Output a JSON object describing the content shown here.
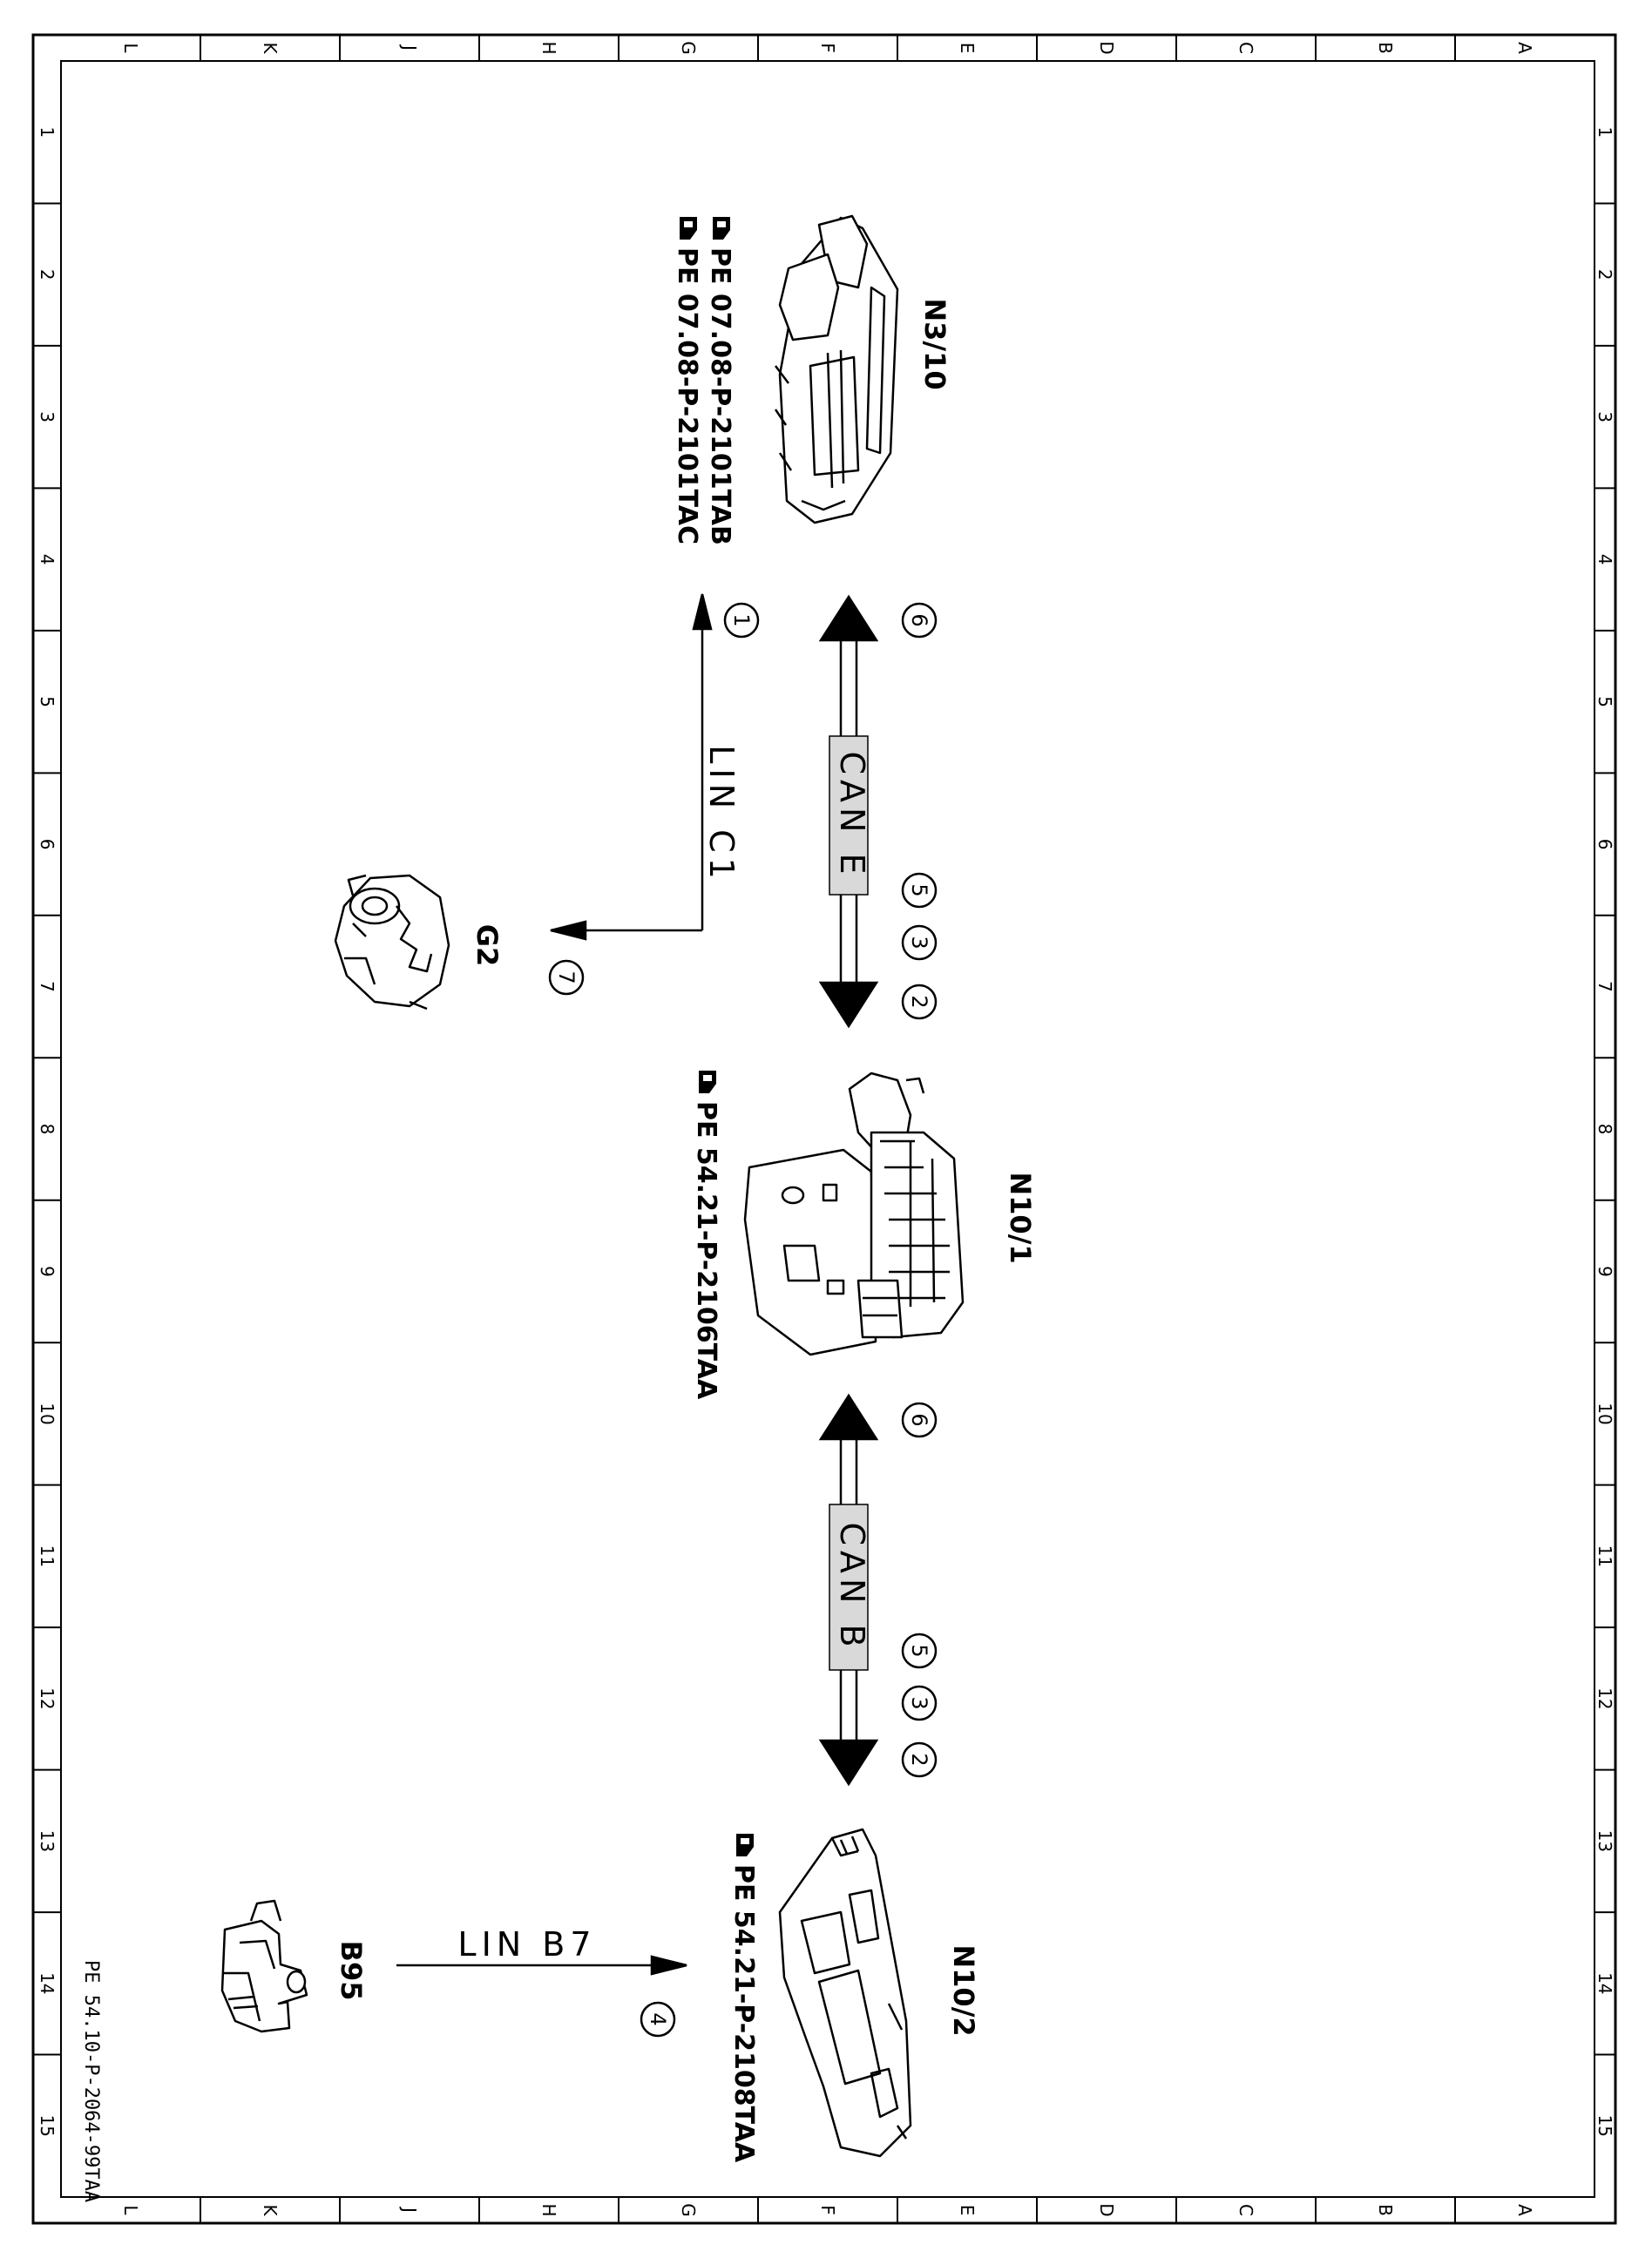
{
  "frame": {
    "columns": [
      "L",
      "K",
      "J",
      "H",
      "G",
      "F",
      "E",
      "D",
      "C",
      "B",
      "A"
    ],
    "rows": [
      "1",
      "2",
      "3",
      "4",
      "5",
      "6",
      "7",
      "8",
      "9",
      "10",
      "11",
      "12",
      "13",
      "14",
      "15"
    ]
  },
  "components": {
    "n3_10": {
      "label": "N3/10",
      "refs": [
        "PE 07.08-P-2101TAB",
        "PE 07.08-P-2101TAC"
      ]
    },
    "n10_1": {
      "label": "N10/1",
      "refs": [
        "PE 54.21-P-2106TAA"
      ]
    },
    "n10_2": {
      "label": "N10/2",
      "refs": [
        "PE 54.21-P-2108TAA"
      ]
    },
    "g2": {
      "label": "G2"
    },
    "b95": {
      "label": "B95"
    }
  },
  "buses": {
    "can_e": "CAN E",
    "can_b": "CAN B",
    "lin_c1": "LIN C1",
    "lin_b7": "LIN B7"
  },
  "callouts": {
    "top_lin": "1",
    "top_can": "6",
    "can_e_lower": [
      "5",
      "3",
      "2"
    ],
    "g2_marker": "7",
    "mid_can": "6",
    "can_b_lower": [
      "5",
      "3",
      "2"
    ],
    "lin_b7_marker": "4"
  },
  "document_id": "PE 54.10-P-2064-99TAA",
  "colors": {
    "ink": "#000000",
    "paper": "#ffffff",
    "label_box": "#d9d9d9"
  }
}
